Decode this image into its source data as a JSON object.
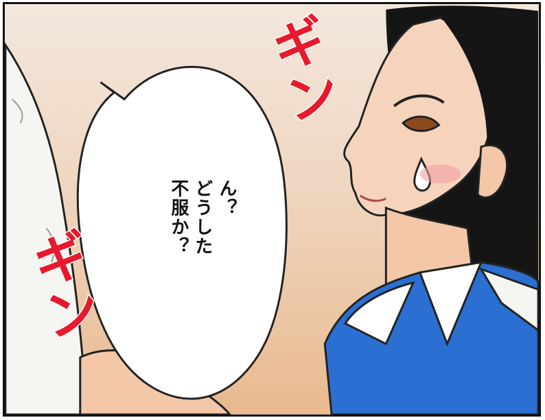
{
  "speech_bubble": {
    "lines": [
      "ん？",
      "どうした",
      "不服か？"
    ]
  },
  "sound_effects": {
    "top": "ギン",
    "left": "ギン"
  },
  "colors": {
    "sfx_red": "#e8192c",
    "hair_black": "#151515",
    "uniform_blue": "#2a6fd1",
    "background_peach": "#efd6c0"
  }
}
